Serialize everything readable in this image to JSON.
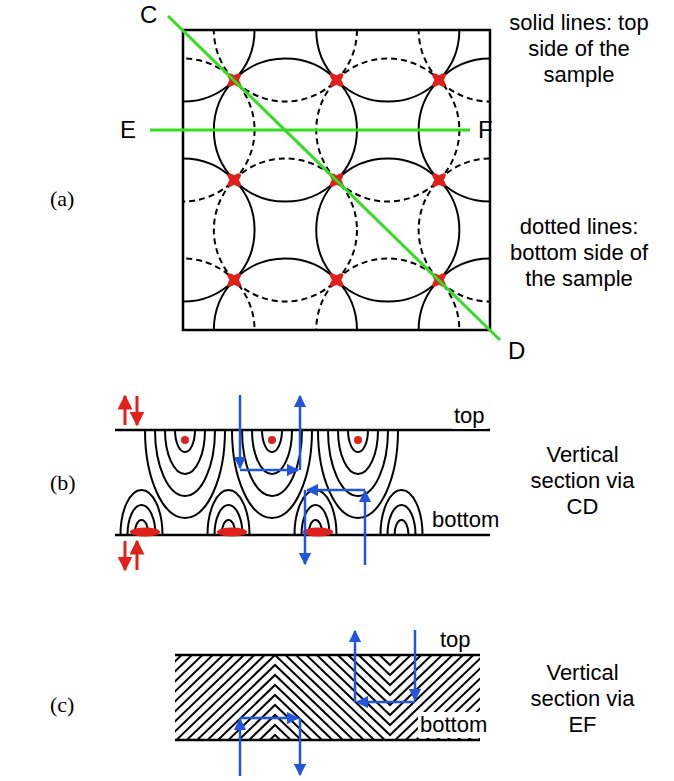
{
  "diagram": {
    "labels": [
      "C",
      "E",
      "F",
      "D",
      "solid lines: top side of the sample",
      "dotted lines: bottom side of the sample",
      "(a)",
      "top",
      "bottom",
      "Vertical section via CD",
      "(b)",
      "top",
      "bottom",
      "Vertical section via EF",
      "(c)"
    ]
  }
}
